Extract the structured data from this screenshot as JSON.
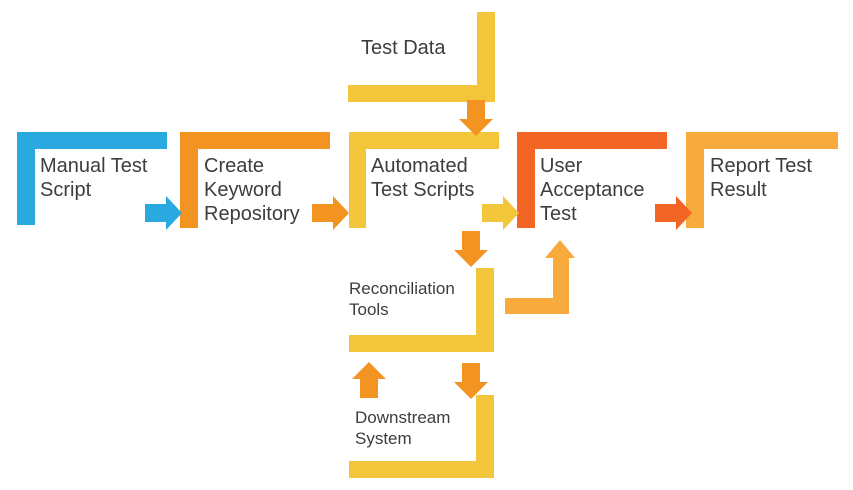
{
  "colors": {
    "blue": "#29a9e0",
    "orange": "#f39322",
    "yellow": "#f2c53a",
    "red": "#f26524",
    "light_orange": "#f9aa3c",
    "text": "#3d3d3d"
  },
  "nodes": {
    "manual_test_script": "Manual Test\nScript",
    "create_keyword_repository": "Create\nKeyword\nRepository",
    "automated_test_scripts": "Automated\nTest Scripts",
    "user_acceptance_test": "User\nAcceptance\nTest",
    "report_test_result": "Report Test\nResult",
    "test_data": "Test Data",
    "reconciliation_tools": "Reconciliation\nTools",
    "downstream_system": "Downstream\nSystem"
  }
}
